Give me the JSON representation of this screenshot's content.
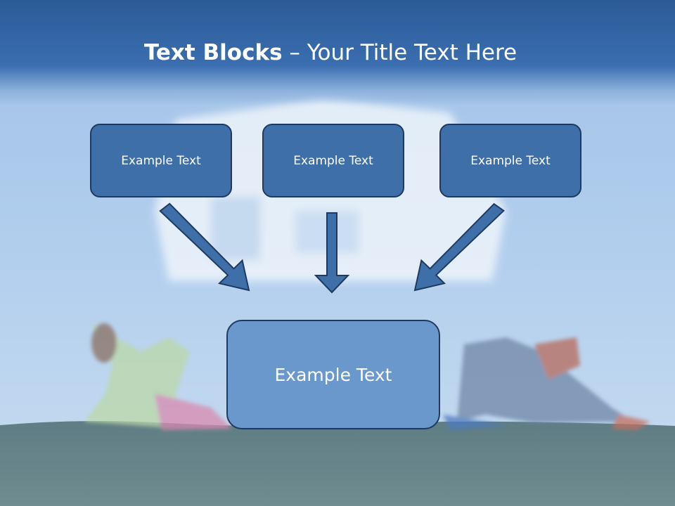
{
  "title": {
    "bold": "Text Blocks",
    "dash": " – ",
    "rest": "Your Title Text Here"
  },
  "blocks": {
    "left": "Example Text",
    "middle": "Example Text",
    "right": "Example Text",
    "bottom": "Example Text"
  },
  "colors": {
    "header": "#2c5b97",
    "box_fill": "#3f6fa8",
    "box_border": "#1f3a5e",
    "bottom_box_fill": "#6a98cc",
    "arrow_fill": "#3f6fa8",
    "text": "#ffffff"
  },
  "icons": {
    "arrows": [
      "arrow-down-right-icon",
      "arrow-down-icon",
      "arrow-down-left-icon"
    ]
  }
}
